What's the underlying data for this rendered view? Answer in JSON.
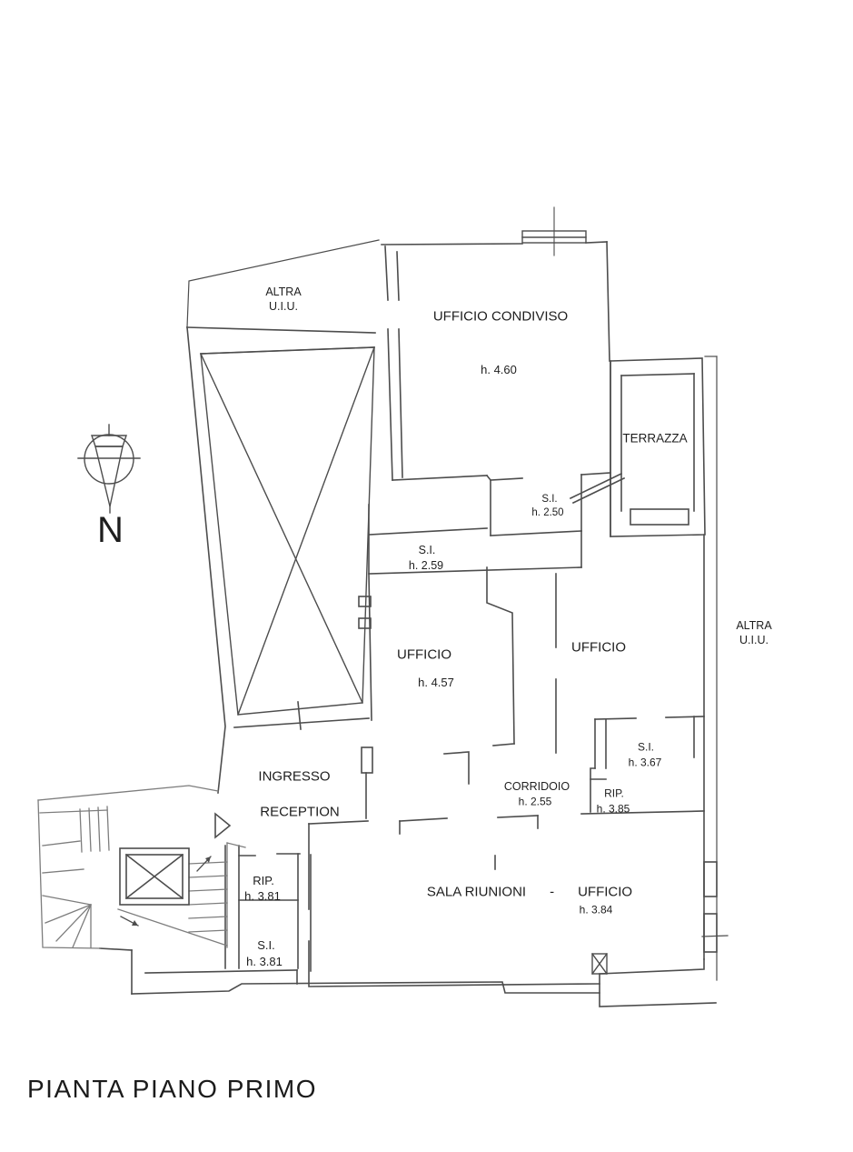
{
  "title": "PIANTA PIANO PRIMO",
  "compass": {
    "label": "N"
  },
  "rooms": {
    "altra_uiu_top": {
      "line1": "ALTRA",
      "line2": "U.I.U."
    },
    "ufficio_condiviso": {
      "name": "UFFICIO CONDIVISO",
      "height": "h. 4.60"
    },
    "terrazza": {
      "name": "TERRAZZA"
    },
    "si_250": {
      "name": "S.I.",
      "height": "h. 2.50"
    },
    "si_259": {
      "name": "S.I.",
      "height": "h. 2.59"
    },
    "ufficio_sx": {
      "name": "UFFICIO",
      "height": "h. 4.57"
    },
    "ufficio_dx": {
      "name": "UFFICIO"
    },
    "altra_uiu_right": {
      "line1": "ALTRA",
      "line2": "U.I.U."
    },
    "si_367": {
      "name": "S.I.",
      "height": "h. 3.67"
    },
    "rip_385": {
      "name": "RIP.",
      "height": "h. 3.85"
    },
    "corridoio": {
      "name": "CORRIDOIO",
      "height": "h. 2.55"
    },
    "ingresso": {
      "name": "INGRESSO"
    },
    "reception": {
      "name": "RECEPTION"
    },
    "rip_381": {
      "name": "RIP.",
      "height": "h. 3.81"
    },
    "si_381": {
      "name": "S.I.",
      "height": "h. 3.81"
    },
    "sala_riunioni": {
      "name": "SALA RIUNIONI",
      "separator": "-",
      "name2": "UFFICIO",
      "height": "h. 3.84"
    }
  },
  "colors": {
    "line": "#4d4d4d",
    "line_light": "#7d7d7d",
    "text": "#1e1e1e",
    "background": "#ffffff"
  }
}
